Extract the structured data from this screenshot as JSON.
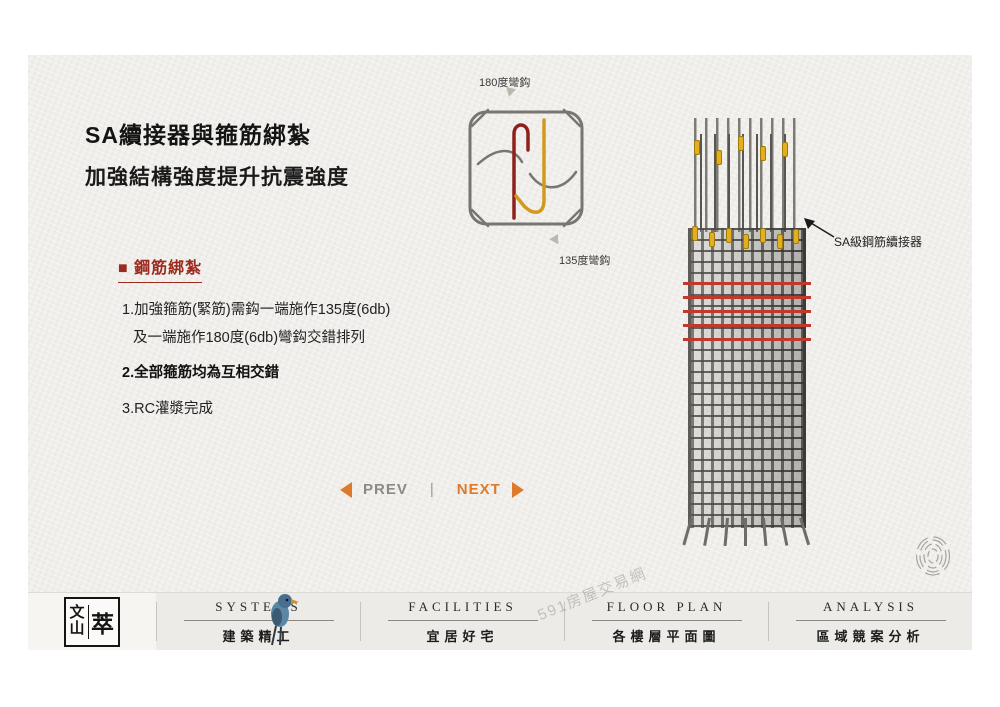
{
  "slide": {
    "title_line1": "SA續接器與箍筋綁紮",
    "title_line2": "加強結構強度提升抗震強度",
    "section_header": "■ 鋼筋綁紮",
    "item1_line1": "1.加強箍筋(緊筋)需鈎一端施作135度(6db)",
    "item1_line2": "及一端施作180度(6db)彎鈎交錯排列",
    "item2": "2.全部箍筋均為互相交錯",
    "item3": "3.RC灌漿完成"
  },
  "diagram": {
    "label_top": "180度彎鈎",
    "label_bottom": "135度彎鈎"
  },
  "column": {
    "label": "SA級鋼筋續接器"
  },
  "pager": {
    "prev_label": "PREV",
    "separator": "|",
    "next_label": "NEXT"
  },
  "watermark": "591房屋交易網",
  "nav": {
    "logo": {
      "char1": "文",
      "char2": "山",
      "char3": "萃"
    },
    "items": [
      {
        "en": "SYSTEMS",
        "zh": "建築精工"
      },
      {
        "en": "FACILITIES",
        "zh": "宜居好宅"
      },
      {
        "en": "FLOOR PLAN",
        "zh": "各樓層平面圖"
      },
      {
        "en": "ANALYSIS",
        "zh": "區域競案分析"
      }
    ]
  },
  "colors": {
    "accent_red": "#9c2a1f",
    "accent_orange": "#dd7a2b",
    "coupler_yellow": "#e2b01e",
    "hoop_red": "#bf3a2a"
  }
}
